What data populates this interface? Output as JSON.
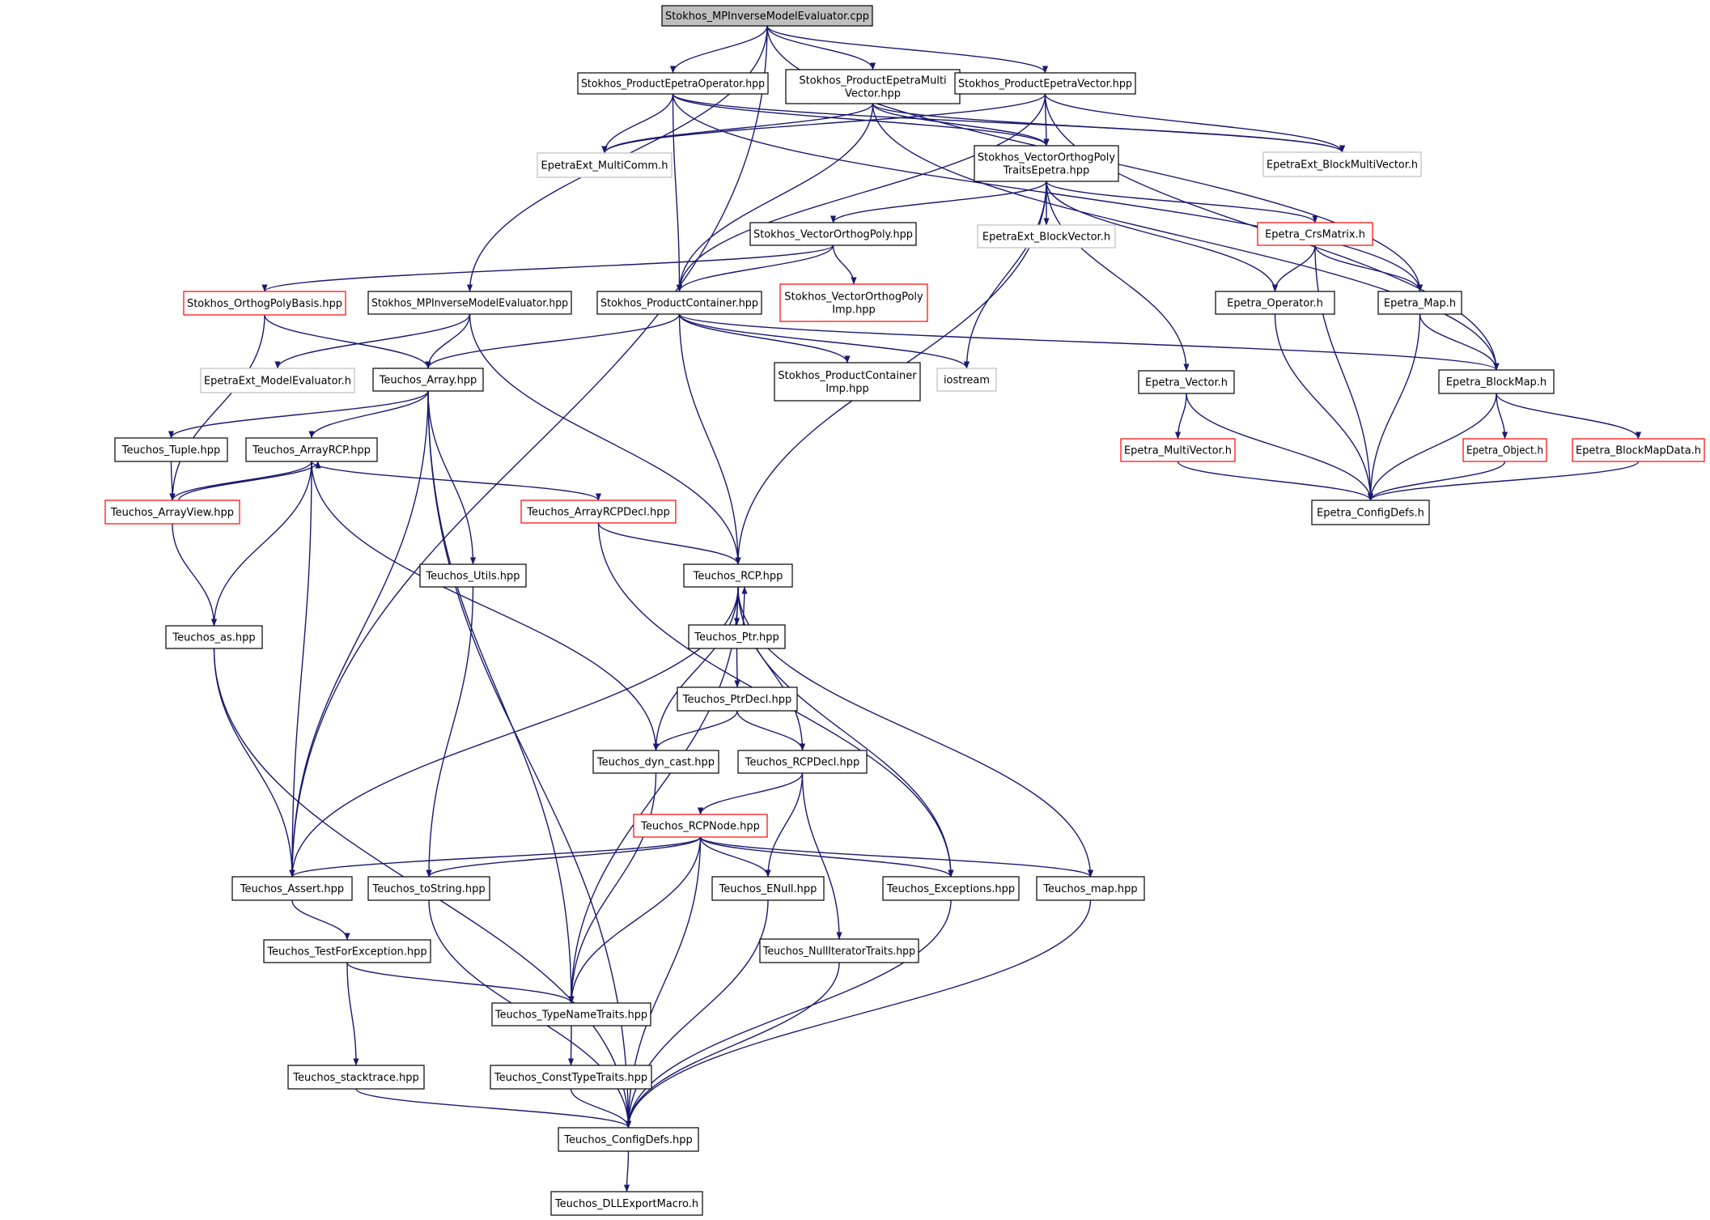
{
  "colors": {
    "edge": "#191970",
    "normal_border": "#000000",
    "truncated_border": "#ff0000",
    "external_border": "#bfbfbf",
    "root_fill": "#bfbfbf",
    "background": "#ffffff"
  },
  "nodes": [
    {
      "id": "root",
      "lines": [
        "Stokhos_MPInverseModelEvaluator.cpp"
      ],
      "kind": "root"
    },
    {
      "id": "prodEpetraOp",
      "lines": [
        "Stokhos_ProductEpetraOperator.hpp"
      ],
      "kind": "normal"
    },
    {
      "id": "prodEpetraMV",
      "lines": [
        "Stokhos_ProductEpetraMulti",
        "Vector.hpp"
      ],
      "kind": "normal"
    },
    {
      "id": "prodEpetraVec",
      "lines": [
        "Stokhos_ProductEpetraVector.hpp"
      ],
      "kind": "normal"
    },
    {
      "id": "epetraExtMultiComm",
      "lines": [
        "EpetraExt_MultiComm.h"
      ],
      "kind": "external"
    },
    {
      "id": "vecOrthoTraits",
      "lines": [
        "Stokhos_VectorOrthogPoly",
        "TraitsEpetra.hpp"
      ],
      "kind": "normal"
    },
    {
      "id": "epetraExtBlockMV",
      "lines": [
        "EpetraExt_BlockMultiVector.h"
      ],
      "kind": "external"
    },
    {
      "id": "vecOrthoPoly",
      "lines": [
        "Stokhos_VectorOrthogPoly.hpp"
      ],
      "kind": "normal"
    },
    {
      "id": "epetraExtBlockVec",
      "lines": [
        "EpetraExt_BlockVector.h"
      ],
      "kind": "external"
    },
    {
      "id": "epetraCrsMatrix",
      "lines": [
        "Epetra_CrsMatrix.h"
      ],
      "kind": "truncated"
    },
    {
      "id": "orthogPolyBasis",
      "lines": [
        "Stokhos_OrthogPolyBasis.hpp"
      ],
      "kind": "truncated"
    },
    {
      "id": "mpInvModelEvalHpp",
      "lines": [
        "Stokhos_MPInverseModelEvaluator.hpp"
      ],
      "kind": "normal"
    },
    {
      "id": "prodContainer",
      "lines": [
        "Stokhos_ProductContainer.hpp"
      ],
      "kind": "normal"
    },
    {
      "id": "vecOrthoPolyImp",
      "lines": [
        "Stokhos_VectorOrthogPoly",
        "Imp.hpp"
      ],
      "kind": "truncated"
    },
    {
      "id": "epetraOperator",
      "lines": [
        "Epetra_Operator.h"
      ],
      "kind": "normal"
    },
    {
      "id": "epetraMap",
      "lines": [
        "Epetra_Map.h"
      ],
      "kind": "normal"
    },
    {
      "id": "epetraExtModelEval",
      "lines": [
        "EpetraExt_ModelEvaluator.h"
      ],
      "kind": "external"
    },
    {
      "id": "teuchosArray",
      "lines": [
        "Teuchos_Array.hpp"
      ],
      "kind": "normal"
    },
    {
      "id": "prodContainerImp",
      "lines": [
        "Stokhos_ProductContainer",
        "Imp.hpp"
      ],
      "kind": "normal"
    },
    {
      "id": "iostream",
      "lines": [
        "iostream"
      ],
      "kind": "external"
    },
    {
      "id": "epetraVector",
      "lines": [
        "Epetra_Vector.h"
      ],
      "kind": "normal"
    },
    {
      "id": "epetraBlockMap",
      "lines": [
        "Epetra_BlockMap.h"
      ],
      "kind": "normal"
    },
    {
      "id": "teuchosTuple",
      "lines": [
        "Teuchos_Tuple.hpp"
      ],
      "kind": "normal"
    },
    {
      "id": "teuchosArrayRCP",
      "lines": [
        "Teuchos_ArrayRCP.hpp"
      ],
      "kind": "normal"
    },
    {
      "id": "epetraMultiVector",
      "lines": [
        "Epetra_MultiVector.h"
      ],
      "kind": "truncated"
    },
    {
      "id": "epetraObject",
      "lines": [
        "Epetra_Object.h"
      ],
      "kind": "truncated"
    },
    {
      "id": "epetraBlockMapData",
      "lines": [
        "Epetra_BlockMapData.h"
      ],
      "kind": "truncated"
    },
    {
      "id": "teuchosArrayView",
      "lines": [
        "Teuchos_ArrayView.hpp"
      ],
      "kind": "truncated"
    },
    {
      "id": "teuchosArrayRCPDecl",
      "lines": [
        "Teuchos_ArrayRCPDecl.hpp"
      ],
      "kind": "truncated"
    },
    {
      "id": "epetraConfigDefs",
      "lines": [
        "Epetra_ConfigDefs.h"
      ],
      "kind": "normal"
    },
    {
      "id": "teuchosUtils",
      "lines": [
        "Teuchos_Utils.hpp"
      ],
      "kind": "normal"
    },
    {
      "id": "teuchosRCP",
      "lines": [
        "Teuchos_RCP.hpp"
      ],
      "kind": "normal"
    },
    {
      "id": "teuchosAs",
      "lines": [
        "Teuchos_as.hpp"
      ],
      "kind": "normal"
    },
    {
      "id": "teuchosPtr",
      "lines": [
        "Teuchos_Ptr.hpp"
      ],
      "kind": "normal"
    },
    {
      "id": "teuchosPtrDecl",
      "lines": [
        "Teuchos_PtrDecl.hpp"
      ],
      "kind": "normal"
    },
    {
      "id": "teuchosDynCast",
      "lines": [
        "Teuchos_dyn_cast.hpp"
      ],
      "kind": "normal"
    },
    {
      "id": "teuchosRCPDecl",
      "lines": [
        "Teuchos_RCPDecl.hpp"
      ],
      "kind": "normal"
    },
    {
      "id": "teuchosRCPNode",
      "lines": [
        "Teuchos_RCPNode.hpp"
      ],
      "kind": "truncated"
    },
    {
      "id": "teuchosAssert",
      "lines": [
        "Teuchos_Assert.hpp"
      ],
      "kind": "normal"
    },
    {
      "id": "teuchosToString",
      "lines": [
        "Teuchos_toString.hpp"
      ],
      "kind": "normal"
    },
    {
      "id": "teuchosENull",
      "lines": [
        "Teuchos_ENull.hpp"
      ],
      "kind": "normal"
    },
    {
      "id": "teuchosExceptions",
      "lines": [
        "Teuchos_Exceptions.hpp"
      ],
      "kind": "normal"
    },
    {
      "id": "teuchosMap",
      "lines": [
        "Teuchos_map.hpp"
      ],
      "kind": "normal"
    },
    {
      "id": "teuchosTestForException",
      "lines": [
        "Teuchos_TestForException.hpp"
      ],
      "kind": "normal"
    },
    {
      "id": "teuchosNullIterTraits",
      "lines": [
        "Teuchos_NullIteratorTraits.hpp"
      ],
      "kind": "normal"
    },
    {
      "id": "teuchosTypeNameTraits",
      "lines": [
        "Teuchos_TypeNameTraits.hpp"
      ],
      "kind": "normal"
    },
    {
      "id": "teuchosStacktrace",
      "lines": [
        "Teuchos_stacktrace.hpp"
      ],
      "kind": "normal"
    },
    {
      "id": "teuchosConstTypeTraits",
      "lines": [
        "Teuchos_ConstTypeTraits.hpp"
      ],
      "kind": "normal"
    },
    {
      "id": "teuchosConfigDefs",
      "lines": [
        "Teuchos_ConfigDefs.hpp"
      ],
      "kind": "normal"
    },
    {
      "id": "teuchosDLLExport",
      "lines": [
        "Teuchos_DLLExportMacro.h"
      ],
      "kind": "normal"
    }
  ],
  "edges": [
    [
      "root",
      "prodEpetraOp"
    ],
    [
      "root",
      "prodEpetraMV"
    ],
    [
      "root",
      "prodEpetraVec"
    ],
    [
      "root",
      "mpInvModelEvalHpp"
    ],
    [
      "root",
      "epetraMap"
    ],
    [
      "root",
      "teuchosAssert"
    ],
    [
      "prodEpetraOp",
      "epetraExtMultiComm"
    ],
    [
      "prodEpetraOp",
      "vecOrthoTraits"
    ],
    [
      "prodEpetraOp",
      "epetraExtBlockMV"
    ],
    [
      "prodEpetraOp",
      "prodContainer"
    ],
    [
      "prodEpetraOp",
      "epetraMap"
    ],
    [
      "prodEpetraMV",
      "epetraExtMultiComm"
    ],
    [
      "prodEpetraMV",
      "vecOrthoTraits"
    ],
    [
      "prodEpetraMV",
      "epetraExtBlockMV"
    ],
    [
      "prodEpetraMV",
      "prodContainer"
    ],
    [
      "prodEpetraMV",
      "epetraBlockMap"
    ],
    [
      "prodEpetraVec",
      "epetraExtMultiComm"
    ],
    [
      "prodEpetraVec",
      "vecOrthoTraits"
    ],
    [
      "prodEpetraVec",
      "epetraExtBlockMV"
    ],
    [
      "prodEpetraVec",
      "prodContainer"
    ],
    [
      "prodEpetraVec",
      "epetraBlockMap"
    ],
    [
      "vecOrthoTraits",
      "vecOrthoPoly"
    ],
    [
      "vecOrthoTraits",
      "epetraExtBlockVec"
    ],
    [
      "vecOrthoTraits",
      "epetraCrsMatrix"
    ],
    [
      "vecOrthoTraits",
      "epetraOperator"
    ],
    [
      "vecOrthoTraits",
      "iostream"
    ],
    [
      "vecOrthoTraits",
      "epetraVector"
    ],
    [
      "vecOrthoTraits",
      "teuchosRCP"
    ],
    [
      "vecOrthoPoly",
      "orthogPolyBasis"
    ],
    [
      "vecOrthoPoly",
      "prodContainer"
    ],
    [
      "vecOrthoPoly",
      "vecOrthoPolyImp"
    ],
    [
      "epetraCrsMatrix",
      "epetraOperator"
    ],
    [
      "epetraCrsMatrix",
      "epetraMap"
    ],
    [
      "epetraCrsMatrix",
      "epetraConfigDefs"
    ],
    [
      "orthogPolyBasis",
      "teuchosArray"
    ],
    [
      "orthogPolyBasis",
      "teuchosArrayView"
    ],
    [
      "mpInvModelEvalHpp",
      "epetraExtModelEval"
    ],
    [
      "mpInvModelEvalHpp",
      "teuchosArray"
    ],
    [
      "mpInvModelEvalHpp",
      "teuchosRCP"
    ],
    [
      "prodContainer",
      "teuchosArray"
    ],
    [
      "prodContainer",
      "prodContainerImp"
    ],
    [
      "prodContainer",
      "iostream"
    ],
    [
      "prodContainer",
      "epetraBlockMap"
    ],
    [
      "prodContainer",
      "teuchosRCP"
    ],
    [
      "epetraOperator",
      "epetraConfigDefs"
    ],
    [
      "epetraMap",
      "epetraBlockMap"
    ],
    [
      "epetraMap",
      "epetraConfigDefs"
    ],
    [
      "epetraVector",
      "epetraMultiVector"
    ],
    [
      "epetraVector",
      "epetraConfigDefs"
    ],
    [
      "epetraBlockMap",
      "epetraObject"
    ],
    [
      "epetraBlockMap",
      "epetraBlockMapData"
    ],
    [
      "epetraBlockMap",
      "epetraConfigDefs"
    ],
    [
      "epetraMultiVector",
      "epetraConfigDefs"
    ],
    [
      "epetraObject",
      "epetraConfigDefs"
    ],
    [
      "epetraBlockMapData",
      "epetraConfigDefs"
    ],
    [
      "teuchosArray",
      "teuchosTuple"
    ],
    [
      "teuchosArray",
      "teuchosArrayRCP"
    ],
    [
      "teuchosArray",
      "teuchosUtils"
    ],
    [
      "teuchosArray",
      "teuchosAssert"
    ],
    [
      "teuchosArray",
      "teuchosTypeNameTraits"
    ],
    [
      "teuchosArray",
      "teuchosConfigDefs"
    ],
    [
      "teuchosTuple",
      "teuchosArrayView"
    ],
    [
      "teuchosArrayRCP",
      "teuchosArrayView"
    ],
    [
      "teuchosArrayRCP",
      "teuchosArrayRCPDecl"
    ],
    [
      "teuchosArrayRCP",
      "teuchosAs"
    ],
    [
      "teuchosArrayRCP",
      "teuchosAssert"
    ],
    [
      "teuchosArrayRCP",
      "teuchosDynCast"
    ],
    [
      "teuchosArrayView",
      "teuchosArrayRCP"
    ],
    [
      "teuchosArrayView",
      "teuchosAs"
    ],
    [
      "teuchosArrayRCPDecl",
      "teuchosRCP"
    ],
    [
      "teuchosArrayRCPDecl",
      "teuchosExceptions"
    ],
    [
      "teuchosUtils",
      "teuchosToString"
    ],
    [
      "teuchosAs",
      "teuchosAssert"
    ],
    [
      "teuchosAs",
      "teuchosConfigDefs"
    ],
    [
      "teuchosRCP",
      "teuchosPtr"
    ],
    [
      "teuchosRCP",
      "teuchosDynCast"
    ],
    [
      "teuchosRCP",
      "teuchosRCPDecl"
    ],
    [
      "teuchosRCP",
      "teuchosAssert"
    ],
    [
      "teuchosRCP",
      "teuchosTypeNameTraits"
    ],
    [
      "teuchosRCP",
      "teuchosExceptions"
    ],
    [
      "teuchosRCP",
      "teuchosMap"
    ],
    [
      "teuchosPtr",
      "teuchosRCP"
    ],
    [
      "teuchosPtr",
      "teuchosPtrDecl"
    ],
    [
      "teuchosPtrDecl",
      "teuchosDynCast"
    ],
    [
      "teuchosPtrDecl",
      "teuchosRCPDecl"
    ],
    [
      "teuchosDynCast",
      "teuchosTypeNameTraits"
    ],
    [
      "teuchosRCPDecl",
      "teuchosRCPNode"
    ],
    [
      "teuchosRCPDecl",
      "teuchosENull"
    ],
    [
      "teuchosRCPDecl",
      "teuchosNullIterTraits"
    ],
    [
      "teuchosRCPNode",
      "teuchosAssert"
    ],
    [
      "teuchosRCPNode",
      "teuchosToString"
    ],
    [
      "teuchosRCPNode",
      "teuchosENull"
    ],
    [
      "teuchosRCPNode",
      "teuchosExceptions"
    ],
    [
      "teuchosRCPNode",
      "teuchosMap"
    ],
    [
      "teuchosRCPNode",
      "teuchosTypeNameTraits"
    ],
    [
      "teuchosRCPNode",
      "teuchosConfigDefs"
    ],
    [
      "teuchosAssert",
      "teuchosTestForException"
    ],
    [
      "teuchosToString",
      "teuchosConfigDefs"
    ],
    [
      "teuchosENull",
      "teuchosConfigDefs"
    ],
    [
      "teuchosExceptions",
      "teuchosConfigDefs"
    ],
    [
      "teuchosMap",
      "teuchosConfigDefs"
    ],
    [
      "teuchosTestForException",
      "teuchosTypeNameTraits"
    ],
    [
      "teuchosTestForException",
      "teuchosStacktrace"
    ],
    [
      "teuchosNullIterTraits",
      "teuchosConfigDefs"
    ],
    [
      "teuchosTypeNameTraits",
      "teuchosConstTypeTraits"
    ],
    [
      "teuchosStacktrace",
      "teuchosConfigDefs"
    ],
    [
      "teuchosConstTypeTraits",
      "teuchosConfigDefs"
    ],
    [
      "teuchosConfigDefs",
      "teuchosDLLExport"
    ]
  ]
}
